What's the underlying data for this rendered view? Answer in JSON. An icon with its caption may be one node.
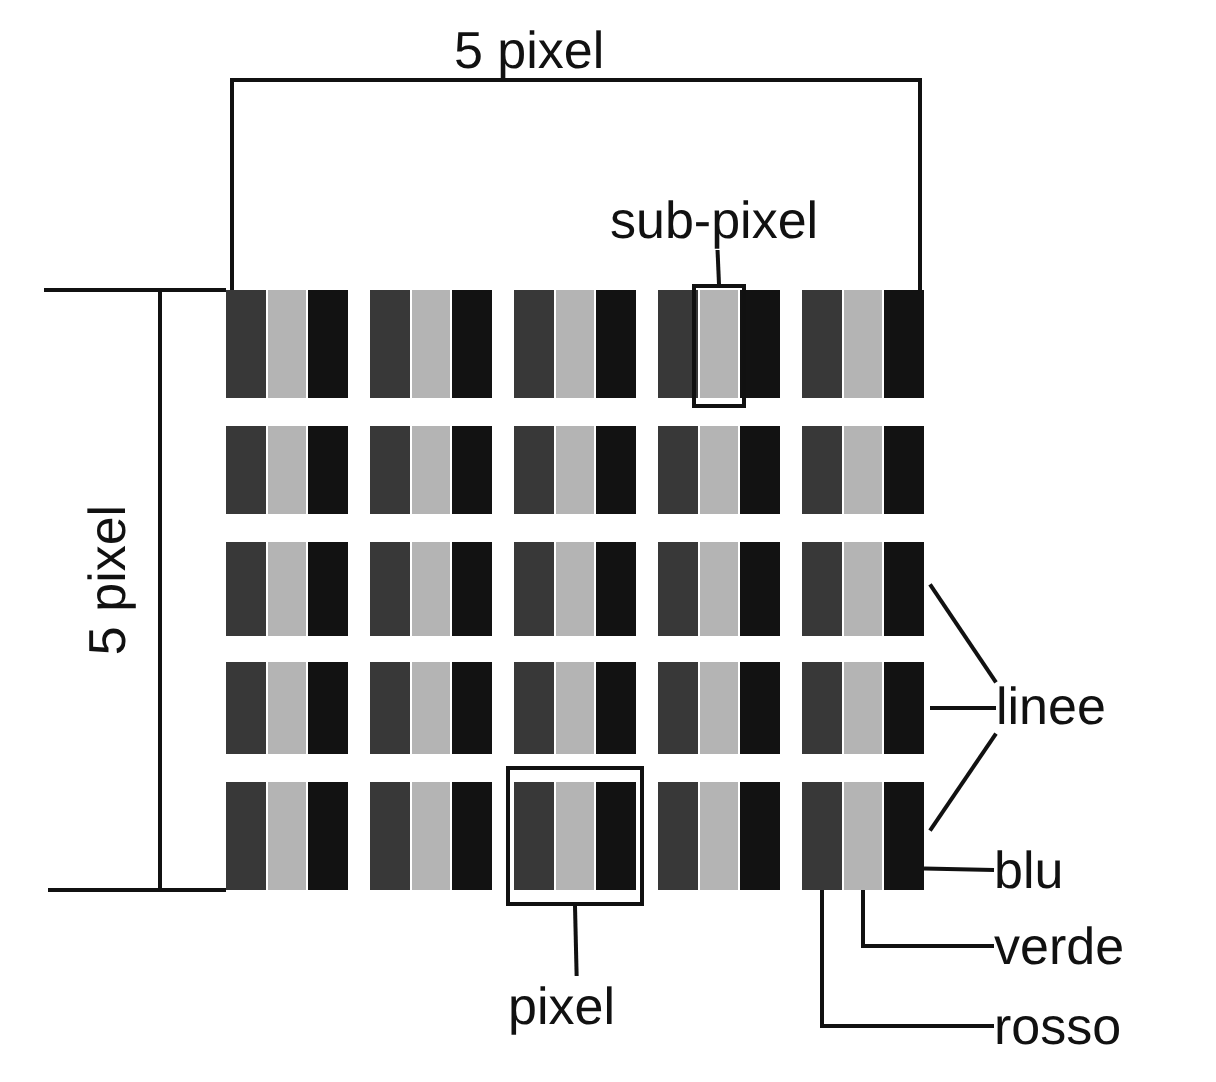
{
  "diagram": {
    "nodes": [
      {
        "text": [
          "sub-pixel"
        ]
      },
      {
        "text": [],
        "shape": "box"
      },
      {
        "text": [],
        "shape": "bar"
      },
      {
        "text": [],
        "shape": "bar"
      },
      {
        "text": [],
        "shape": "bar"
      },
      {
        "text": [],
        "shape": "bar"
      },
      {
        "text": [],
        "shape": "bar"
      },
      {
        "text": [
          "pixel"
        ]
      },
      {
        "text": [],
        "shape": "box"
      },
      {
        "text": [
          "linee"
        ]
      },
      {
        "text": [
          "blu"
        ]
      },
      {
        "text": [],
        "shape": "bar",
        "in": 6
      },
      {
        "text": [
          "verde"
        ]
      },
      {
        "text": [],
        "shape": "bar",
        "in": 6
      },
      {
        "text": [
          "rosso"
        ]
      },
      {
        "text": [],
        "shape": "bar",
        "in": 6
      }
    ],
    "edges": [
      {
        "from": 0,
        "to": 1,
        "arrow": "none"
      },
      {
        "from": 7,
        "to": 8,
        "arrow": "none"
      },
      {
        "from": 9,
        "to": 4,
        "arrow": "none"
      },
      {
        "from": 9,
        "to": 5,
        "arrow": "none"
      },
      {
        "from": 9,
        "to": 6,
        "arrow": "none"
      },
      {
        "from": 10,
        "to": 15,
        "arrow": "none"
      },
      {
        "from": 12,
        "to": 13,
        "arrow": "none"
      },
      {
        "from": 14,
        "to": 11,
        "arrow": "none"
      }
    ],
    "labels": [
      "5 pixel",
      "5 pixel"
    ]
  }
}
